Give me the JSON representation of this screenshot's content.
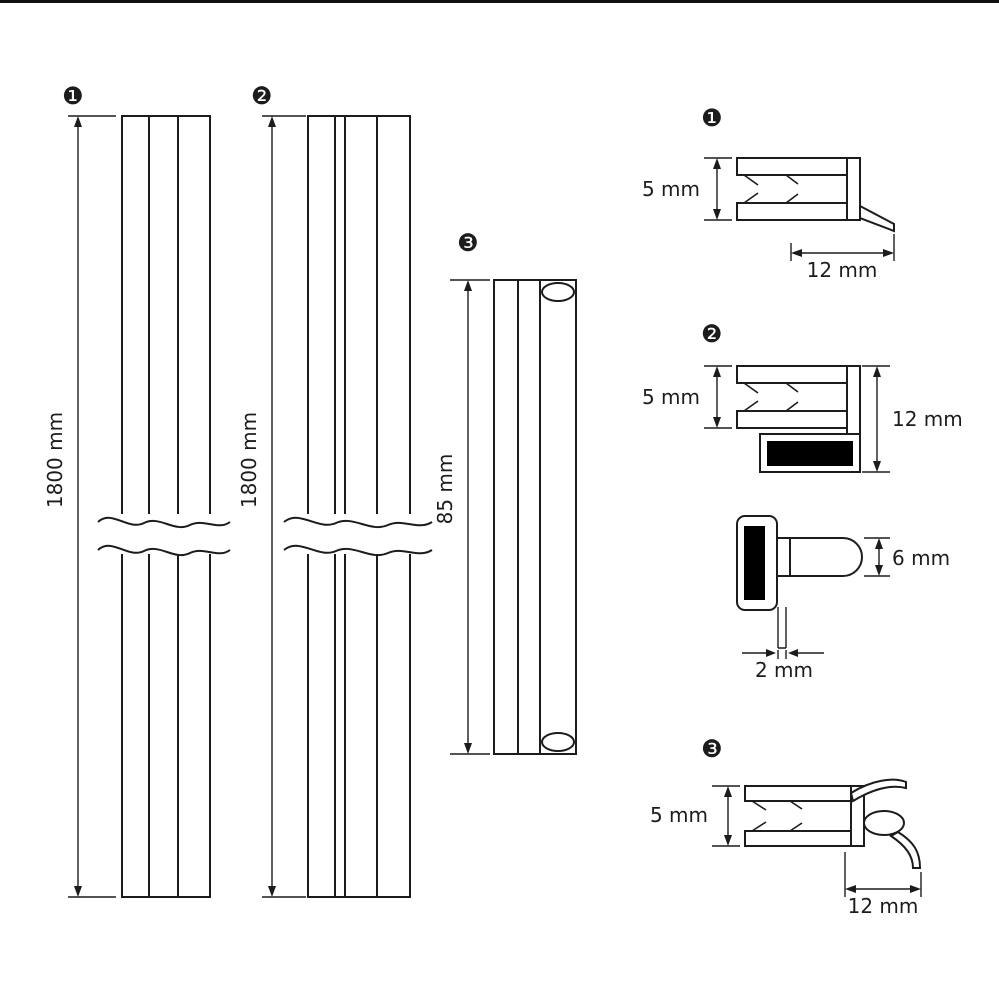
{
  "colors": {
    "background": "#ffffff",
    "line": "#1c1c1c",
    "magnet_fill": "#000000"
  },
  "profiles": [
    {
      "badge": "❶",
      "length": "1800 mm"
    },
    {
      "badge": "❷",
      "length": "1800 mm"
    },
    {
      "badge": "❸",
      "length": "85 mm"
    }
  ],
  "details": [
    {
      "badge": "❶",
      "height": "5 mm",
      "width": "12 mm"
    },
    {
      "badge": "❷",
      "height": "5 mm",
      "overall": "12 mm",
      "bulb": "6 mm",
      "fin": "2 mm"
    },
    {
      "badge": "❸",
      "height": "5 mm",
      "width": "12 mm"
    }
  ]
}
